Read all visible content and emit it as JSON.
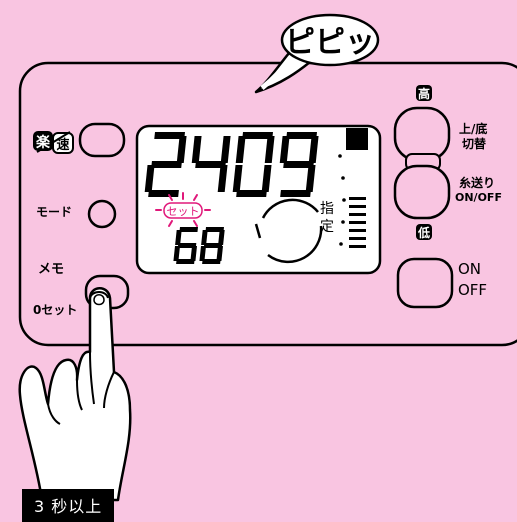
{
  "speech_bubble": "ピピッ",
  "buttons": {
    "raku_hayai": {
      "icon1": "楽",
      "icon2": "速"
    },
    "mode": "モード",
    "memo_line1": "メモ",
    "memo_line2": "0セット",
    "updown_line1": "上/底",
    "updown_line2": "切替",
    "thread_line1": "糸送り",
    "thread_line2": "ON/OFF",
    "high_icon": "高",
    "low_icon": "低",
    "power_line1": "ON",
    "power_line2": "OFF"
  },
  "lcd": {
    "main_digits": "2409",
    "sub_digits": "68",
    "set_indicator": "セット",
    "shitei_line1": "指",
    "shitei_line2": "定",
    "speed_bar_segments": 7
  },
  "caption": "3 秒以上",
  "colors": {
    "background": "#f9c5e1",
    "panel_fill": "#f9c5e1",
    "lcd_fill": "#ffffff",
    "stroke": "#000000",
    "highlight": "#e0187a"
  }
}
